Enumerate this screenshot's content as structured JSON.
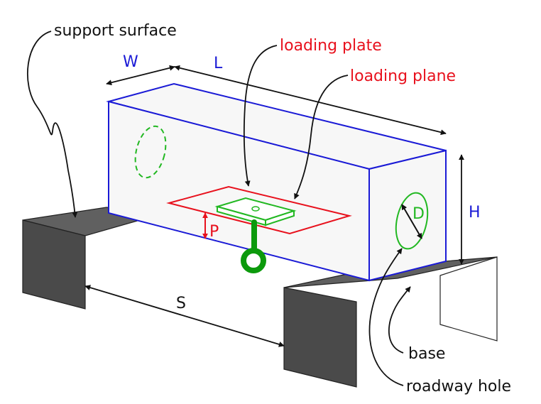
{
  "diagram": {
    "labels": {
      "support_surface": "support surface",
      "loading_plate": "loading plate",
      "loading_plane": "loading plane",
      "width": "W",
      "length": "L",
      "height": "H",
      "diameter": "D",
      "penetration": "P",
      "span": "S",
      "base": "base",
      "roadway_hole": "roadway hole"
    },
    "colors": {
      "block_edge": "#1a1ad6",
      "label_blue": "#1a1ad6",
      "label_red": "#e8111d",
      "hole_green": "#22b822",
      "hook_green": "#0c9a0c",
      "support_dark": "#4a4a4a",
      "support_top": "#606060",
      "text_black": "#111111"
    }
  }
}
